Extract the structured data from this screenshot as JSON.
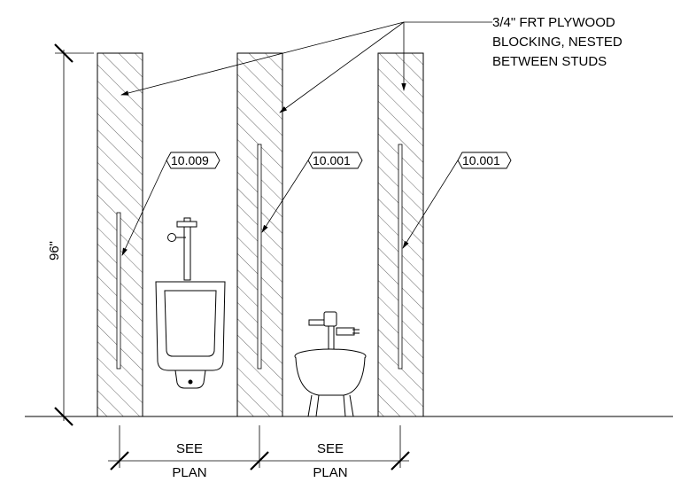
{
  "callout": {
    "line1": "3/4\" FRT PLYWOOD",
    "line2": "BLOCKING, NESTED",
    "line3": "BETWEEN STUDS"
  },
  "tags": {
    "left": "10.009",
    "middle": "10.001",
    "right": "10.001"
  },
  "dimensions": {
    "height": "96\"",
    "left_top": "SEE",
    "left_bottom": "PLAN",
    "right_top": "SEE",
    "right_bottom": "PLAN"
  }
}
